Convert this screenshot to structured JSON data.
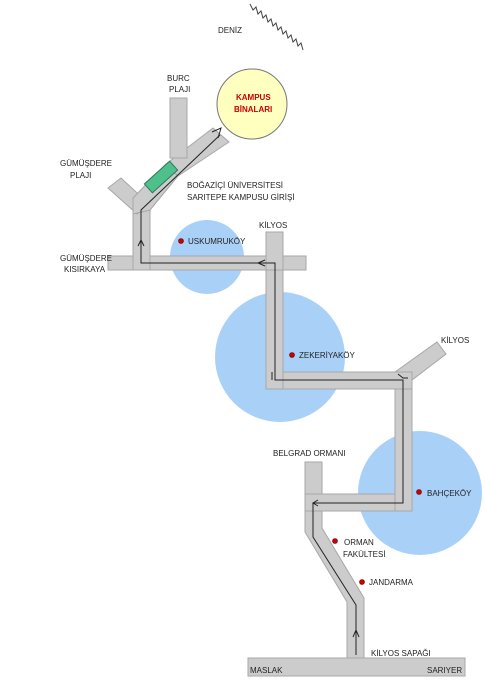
{
  "labels": {
    "deniz": "DENİZ",
    "burc_1": "BURC",
    "burc_2": "PLAJI",
    "kampus_1": "KAMPUS",
    "kampus_2": "BİNALARI",
    "gumusdere_plaji_1": "GÜMÜŞDERE",
    "gumusdere_plaji_2": "PLAJI",
    "giris_1": "BOĞAZİÇİ ÜNİVERSİTESİ",
    "giris_2": "SARITEPE KAMPUSU GİRİŞİ",
    "kilyos_top": "KİLYOS",
    "uskumrukoy": "USKUMRUKÖY",
    "gumusdere_kisirkaya_1": "GÜMÜŞDERE",
    "gumusdere_kisirkaya_2": "KISIRKAYA",
    "zekeriyakoy": "ZEKERİYAKÖY",
    "kilyos_right": "KİLYOS",
    "belgrad": "BELGRAD ORMANI",
    "bahcekoy": "BAHÇEKÖY",
    "orman_1": "ORMAN",
    "orman_2": "FAKÜLTESİ",
    "jandarma": "JANDARMA",
    "kilyos_sapagi": "KİLYOS SAPAĞI",
    "maslak": "MASLAK",
    "sariyer": "SARIYER"
  },
  "colors": {
    "road": "#cccccc",
    "road_edge": "#a7a7a7",
    "circle": "#a9d1f7",
    "campus": "#ffffc0",
    "campus_text": "#cc0000",
    "gate": "#4fbf8c",
    "dot": "#cc0000"
  }
}
